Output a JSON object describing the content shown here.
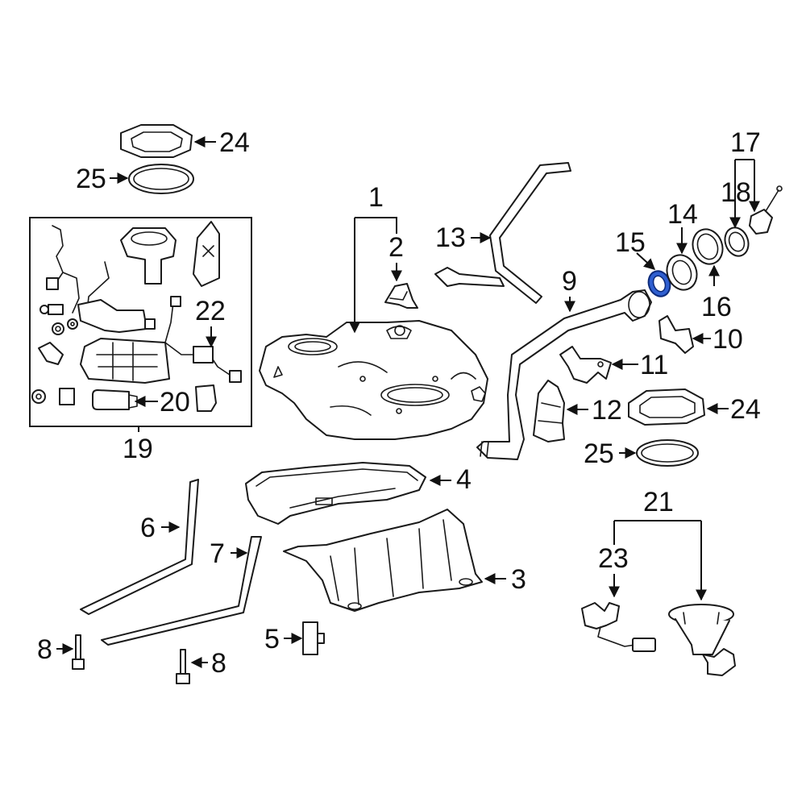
{
  "callouts": {
    "c1": "1",
    "c2": "2",
    "c3": "3",
    "c4": "4",
    "c5": "5",
    "c6": "6",
    "c7": "7",
    "c8a": "8",
    "c8b": "8",
    "c9": "9",
    "c10": "10",
    "c11": "11",
    "c12": "12",
    "c13": "13",
    "c14": "14",
    "c15": "15",
    "c16": "16",
    "c17": "17",
    "c18": "18",
    "c19": "19",
    "c20": "20",
    "c21": "21",
    "c22": "22",
    "c23": "23",
    "c24a": "24",
    "c24b": "24",
    "c25a": "25",
    "c25b": "25"
  },
  "highlight": {
    "part": "15",
    "color": "#2f5fd0"
  },
  "line_color": "#1a1a1a",
  "background": "#ffffff"
}
